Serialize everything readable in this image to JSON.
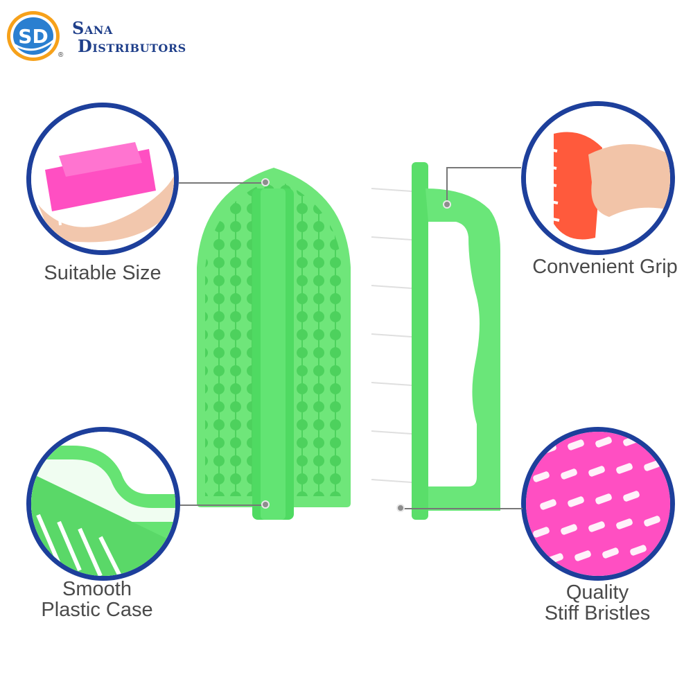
{
  "brand": {
    "monogram": "SD",
    "registered": "®",
    "line1_initial": "S",
    "line1_rest": "ANA",
    "line2_initial": "D",
    "line2_rest": "ISTRIBUTORS"
  },
  "features": {
    "suitable_size": "Suitable Size",
    "convenient_grip": "Convenient Grip",
    "smooth_line1": "Smooth",
    "smooth_line2": "Plastic Case",
    "quality_line1": "Quality",
    "quality_line2": "Stiff Bristles"
  },
  "colors": {
    "brand_blue": "#1d3f9b",
    "brush_green": "#5fe06e",
    "pink_brush": "#ff4fc2",
    "orange_brush": "#ff5a3c",
    "text_gray": "#4a4a4a"
  },
  "icons": [
    "sd-logo-icon",
    "brush-front-image",
    "brush-side-image"
  ]
}
